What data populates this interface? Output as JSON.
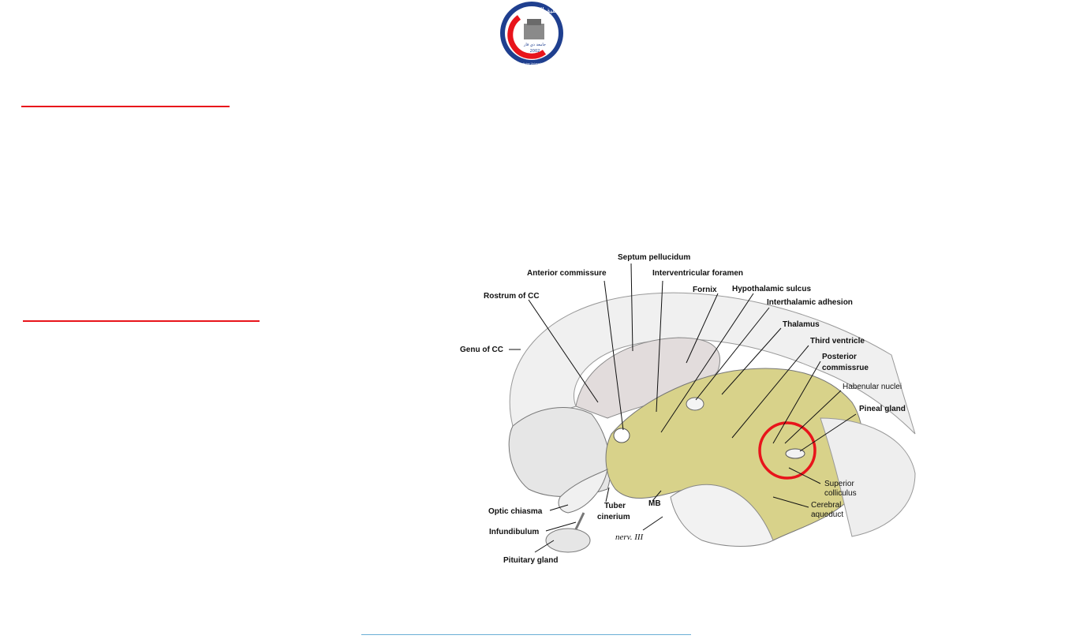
{
  "logo": {
    "arabic_top": "كلية الطب",
    "arabic_inner": "جامعة ذي قار",
    "ring_text": "College of Medicine University of Thi - Qar",
    "year": "2002"
  },
  "diagram": {
    "labels": {
      "septum_pellucidum": "Septum pellucidum",
      "anterior_commissure": "Anterior commissure",
      "interventricular_foramen": "Interventricular foramen",
      "fornix": "Fornix",
      "hypothalamic_sulcus": "Hypothalamic sulcus",
      "interthalamic_adhesion": "Interthalamic adhesion",
      "rostrum": "Rostrum of CC",
      "genu": "Genu of CC",
      "thalamus": "Thalamus",
      "third_ventricle": "Third ventricle",
      "posterior_commissure_1": "Posterior",
      "posterior_commissure_2": "commissrue",
      "habenular": "Habenular nuclei",
      "pineal": "Pineal gland",
      "superior_colliculus_1": "Superior",
      "superior_colliculus_2": "colliculus",
      "cerebral_aqueduct_1": "Cerebral",
      "cerebral_aqueduct_2": "aqueduct",
      "optic_chiasma": "Optic chiasma",
      "tuber_1": "Tuber",
      "tuber_2": "cinerium",
      "mb": "MB",
      "infundibulum": "Infundibulum",
      "nerve": "nerv. III",
      "pituitary": "Pituitary gland"
    },
    "colors": {
      "ventricle_wall": "#d8d28a",
      "highlight_circle": "#e8141b",
      "rules": "#e8141b",
      "footer_rule": "#6aaed6"
    }
  }
}
